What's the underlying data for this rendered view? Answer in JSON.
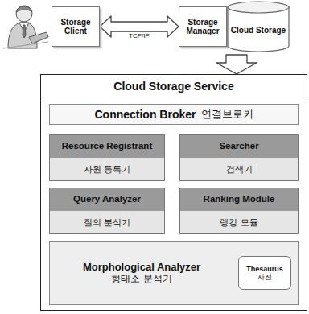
{
  "diagram": {
    "nodes": [
      {
        "text": [
          "Storage Client"
        ]
      },
      {
        "text": [
          "Storage Manager"
        ]
      },
      {
        "text": [
          "Cloud Storage"
        ]
      },
      {
        "text": [
          "Cloud Storage Service"
        ]
      },
      {
        "text": [
          "Connection Broker",
          "연결브로커"
        ],
        "in": 3
      },
      {
        "text": [
          "Resource Registrant",
          "자원 등록기"
        ],
        "in": 3
      },
      {
        "text": [
          "Searcher",
          "검색기"
        ],
        "in": 3
      },
      {
        "text": [
          "Query Analyzer",
          "질의 분석기"
        ],
        "in": 3
      },
      {
        "text": [
          "Ranking Module",
          "랭킹 모듈"
        ],
        "in": 3
      },
      {
        "text": [
          "Morphological Analyzer",
          "형태소 분석기"
        ],
        "in": 3
      },
      {
        "text": [
          "Thesaurus",
          "사전"
        ],
        "in": 9
      }
    ],
    "edges": [
      {
        "from": 0,
        "to": 1,
        "arrow": "both",
        "label": "TCP/IP"
      },
      {
        "from": 1,
        "to": 3,
        "arrow": "to"
      }
    ]
  }
}
